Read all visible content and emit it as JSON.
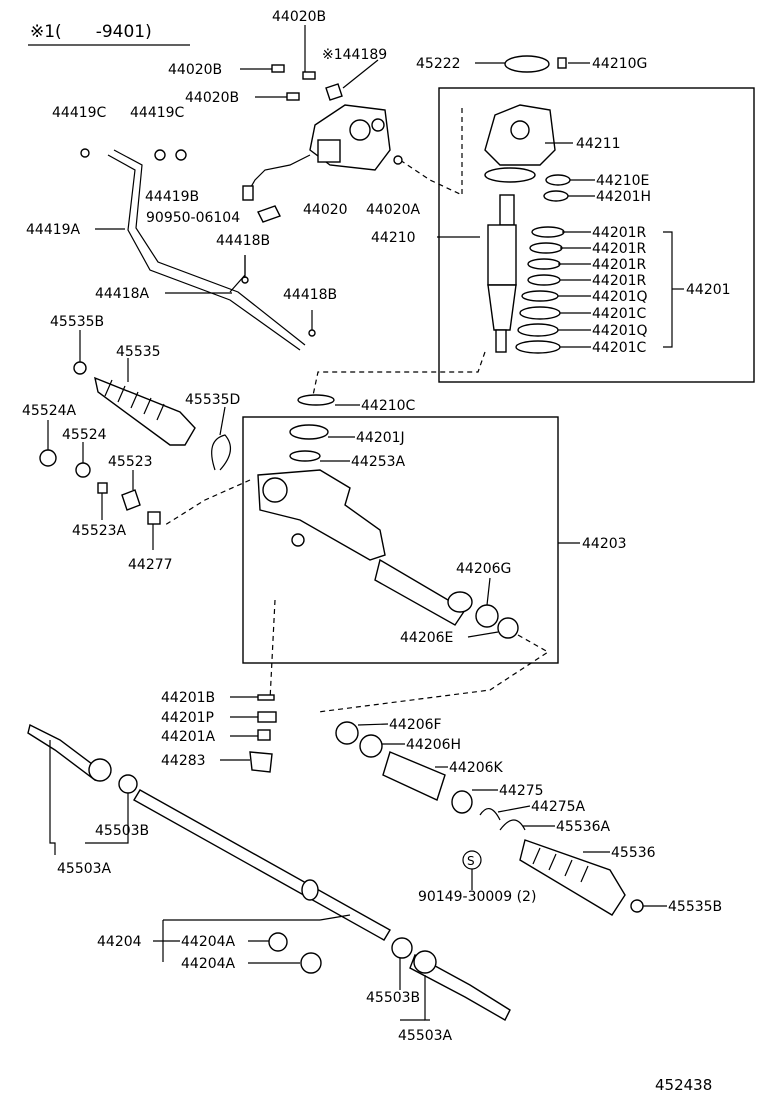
{
  "header": {
    "note": "※1(　　-9401)"
  },
  "diagram_id": "452438",
  "labels": {
    "l_44020B_a": "44020B",
    "l_44020B_b": "44020B",
    "l_44020B_c": "44020B",
    "l_144189": "※144189",
    "l_45222": "45222",
    "l_44210G": "44210G",
    "l_44419C_a": "44419C",
    "l_44419C_b": "44419C",
    "l_44419B": "44419B",
    "l_90950": "90950-06104",
    "l_44020": "44020",
    "l_44020A": "44020A",
    "l_44211": "44211",
    "l_44210E": "44210E",
    "l_44201H": "44201H",
    "l_44419A": "44419A",
    "l_44418B_a": "44418B",
    "l_44210": "44210",
    "l_44201R_a": "44201R",
    "l_44201R_b": "44201R",
    "l_44201R_c": "44201R",
    "l_44201R_d": "44201R",
    "l_44201Q_a": "44201Q",
    "l_44201C_a": "44201C",
    "l_44201Q_b": "44201Q",
    "l_44201C_b": "44201C",
    "l_44201": "44201",
    "l_44418A": "44418A",
    "l_44418B_b": "44418B",
    "l_45535B_a": "45535B",
    "l_45535": "45535",
    "l_44210C": "44210C",
    "l_45524A": "45524A",
    "l_45535D": "45535D",
    "l_45524": "45524",
    "l_44201J": "44201J",
    "l_45523": "45523",
    "l_44253A": "44253A",
    "l_45523A": "45523A",
    "l_44277": "44277",
    "l_44203": "44203",
    "l_44206G": "44206G",
    "l_44206E": "44206E",
    "l_44201B": "44201B",
    "l_44201P": "44201P",
    "l_44201A": "44201A",
    "l_44283": "44283",
    "l_44206F": "44206F",
    "l_44206H": "44206H",
    "l_44206K": "44206K",
    "l_44275": "44275",
    "l_44275A": "44275A",
    "l_45536A": "45536A",
    "l_45536": "45536",
    "l_45503B_a": "45503B",
    "l_45503A_a": "45503A",
    "l_s_mark": "S",
    "l_90149": "90149-30009 (2)",
    "l_45535B_b": "45535B",
    "l_44204": "44204",
    "l_44204A_a": "44204A",
    "l_44204A_b": "44204A",
    "l_45503B_b": "45503B",
    "l_45503A_b": "45503A"
  }
}
